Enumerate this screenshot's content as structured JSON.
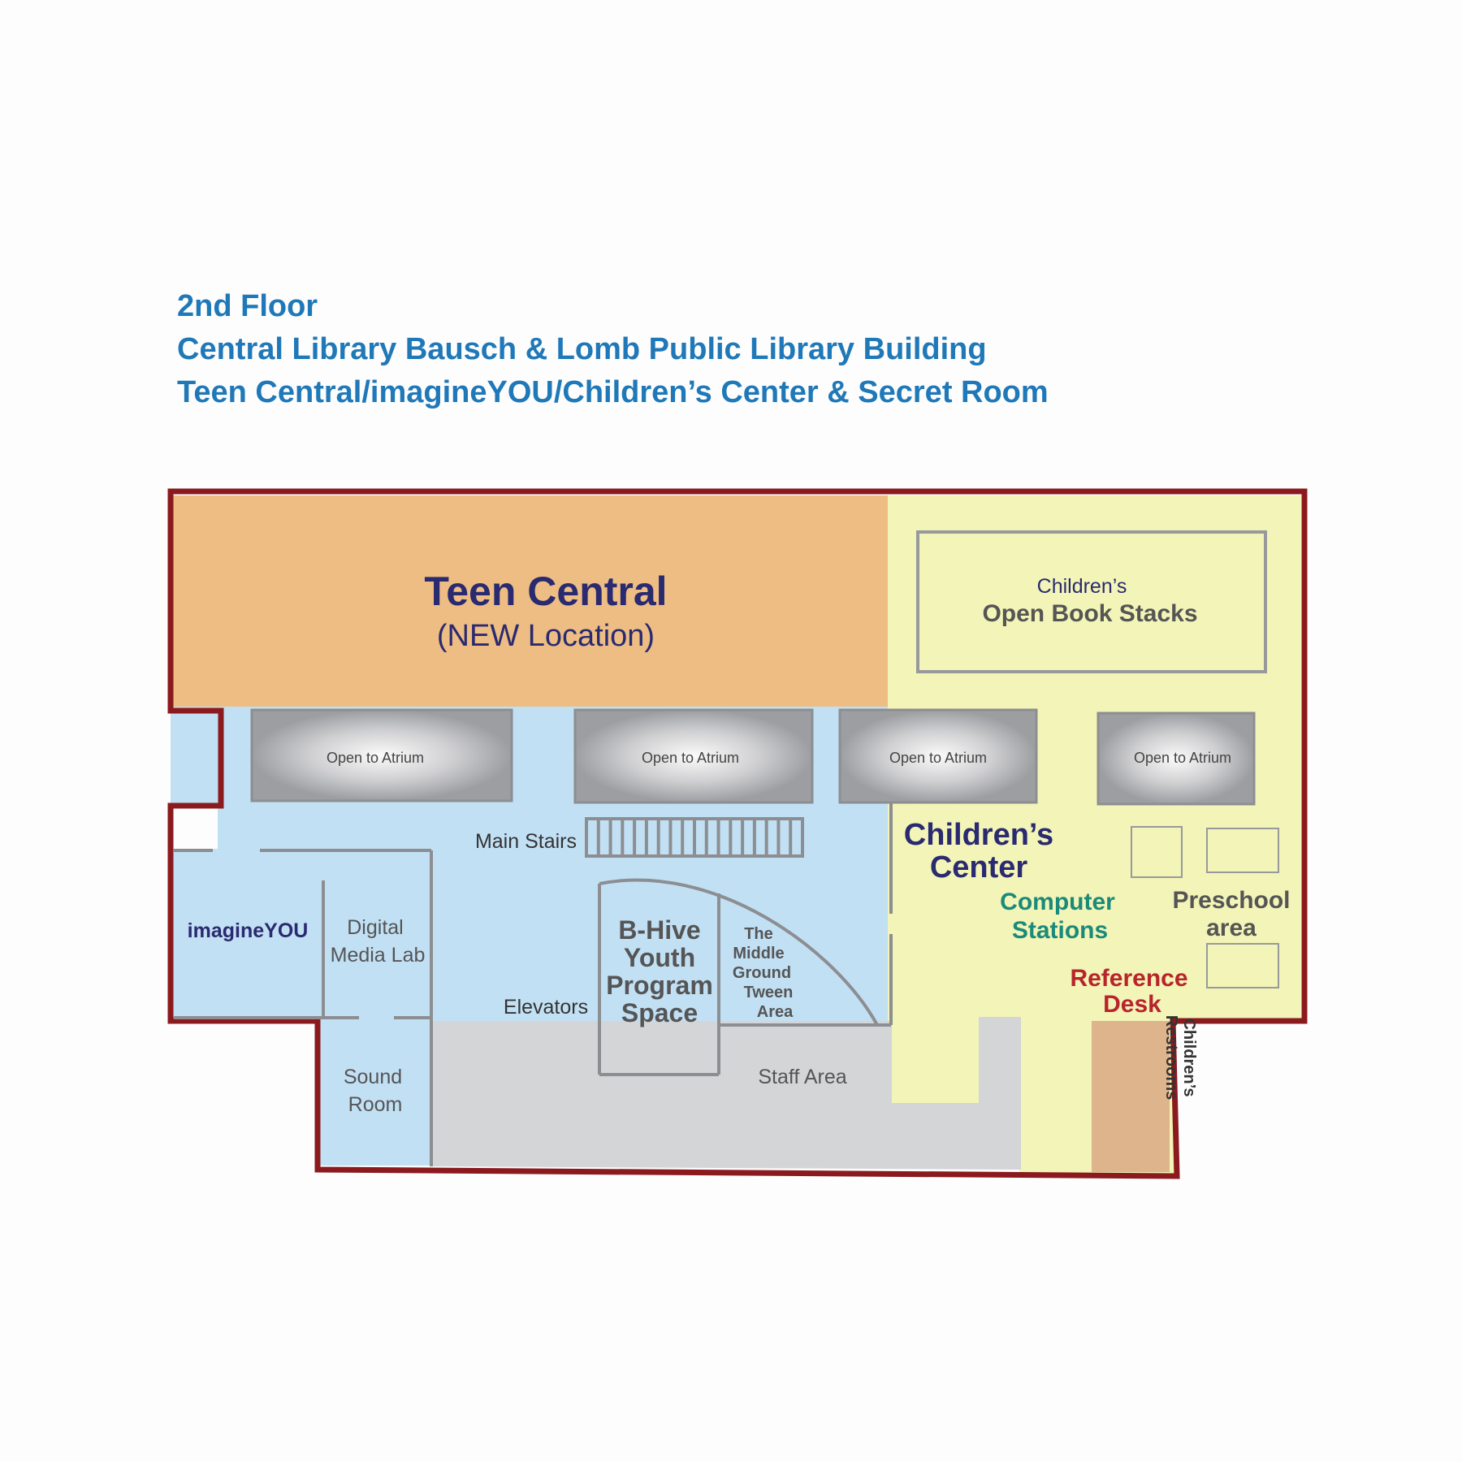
{
  "header": {
    "floor": "2nd Floor",
    "building": "Central Library Bausch & Lomb Public Library Building",
    "areas": "Teen Central/imagineYOU/Children’s Center & Secret Room"
  },
  "rooms": {
    "teen_central": {
      "name": "Teen Central",
      "note": "(NEW Location)"
    },
    "open_stacks": {
      "line1": "Children’s",
      "line2": "Open Book Stacks"
    },
    "atrium": [
      "Open to Atrium",
      "Open to Atrium",
      "Open to Atrium",
      "Open to Atrium"
    ],
    "main_stairs": "Main Stairs",
    "childrens_center": {
      "line1": "Children’s",
      "line2": "Center"
    },
    "computer_stations": {
      "line1": "Computer",
      "line2": "Stations"
    },
    "preschool": {
      "line1": "Preschool",
      "line2": "area"
    },
    "reference_desk": {
      "line1": "Reference",
      "line2": "Desk"
    },
    "imagineyou": "imagineYOU",
    "digital_media_lab": {
      "line1": "Digital",
      "line2": "Media Lab"
    },
    "bhive": {
      "line1": "B-Hive",
      "line2": "Youth",
      "line3": "Program",
      "line4": "Space"
    },
    "middle_ground": {
      "line1": "The",
      "line2": "Middle",
      "line3": "Ground",
      "line4": "Tween",
      "line5": "Area"
    },
    "elevators": "Elevators",
    "sound_room": {
      "line1": "Sound",
      "line2": "Room"
    },
    "staff_area": "Staff Area",
    "restrooms": {
      "line1": "Children’s",
      "line2": "Restrooms"
    }
  },
  "colors": {
    "outer_wall": "#8b1a1e",
    "teen_central": "#edbd84",
    "childrens_area": "#f3f4b7",
    "youth_area": "#c2e0f4",
    "staff_area": "#d4d5d7",
    "restrooms": "#ddb48b",
    "title_blue": "#1f78b8",
    "label_navy": "#2a2a70",
    "computer_teal": "#1a8a7a",
    "reference_red": "#b8242c"
  }
}
